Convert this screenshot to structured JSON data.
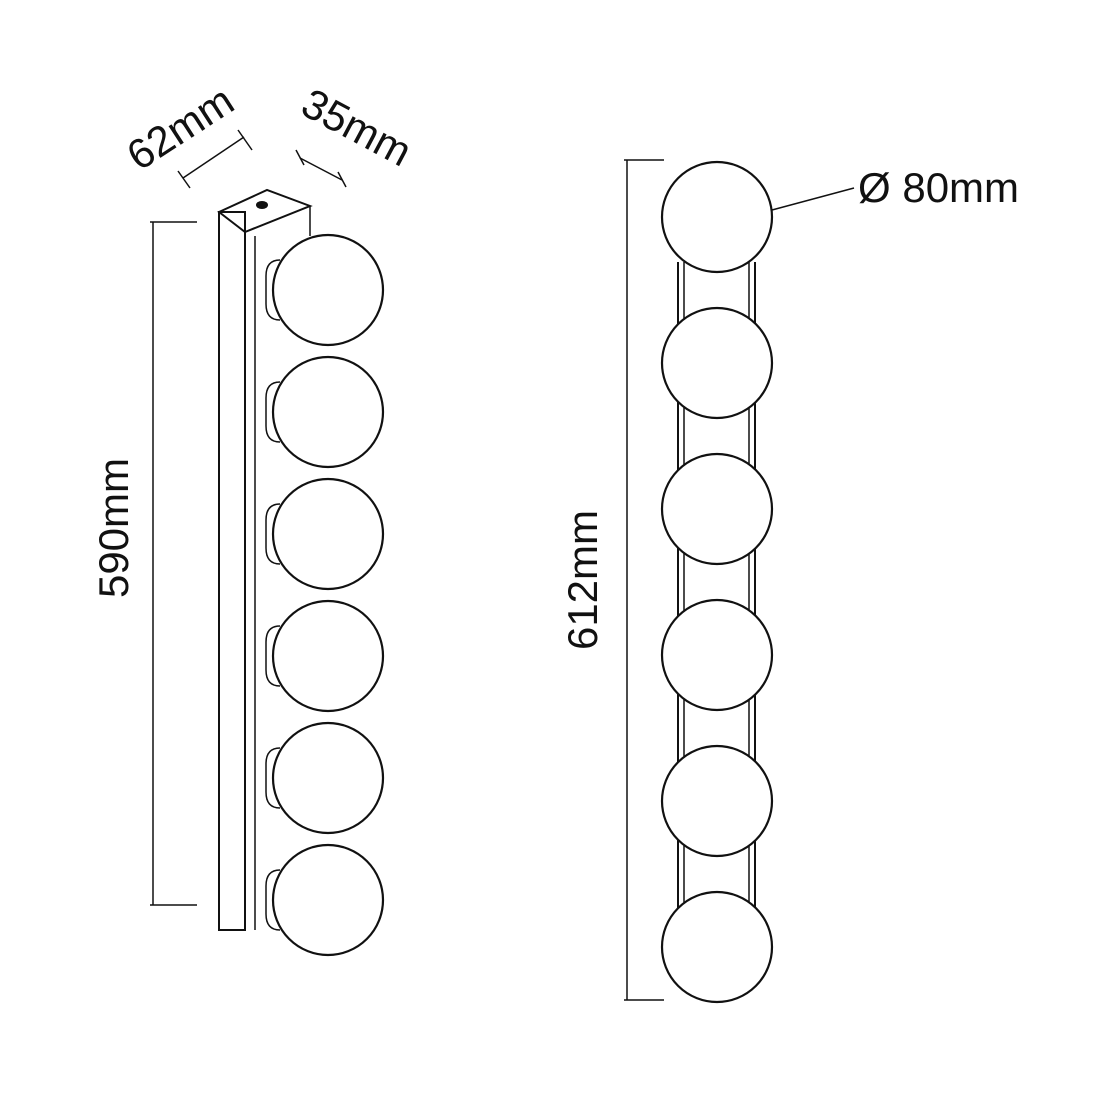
{
  "side_view": {
    "dims": {
      "depth": "62mm",
      "offset": "35mm",
      "height": "590mm"
    },
    "globe_count": 6
  },
  "front_view": {
    "dims": {
      "height": "612mm",
      "diameter": "Ø 80mm"
    },
    "globe_count": 6
  },
  "colors": {
    "stroke": "#111111",
    "background": "#ffffff"
  }
}
